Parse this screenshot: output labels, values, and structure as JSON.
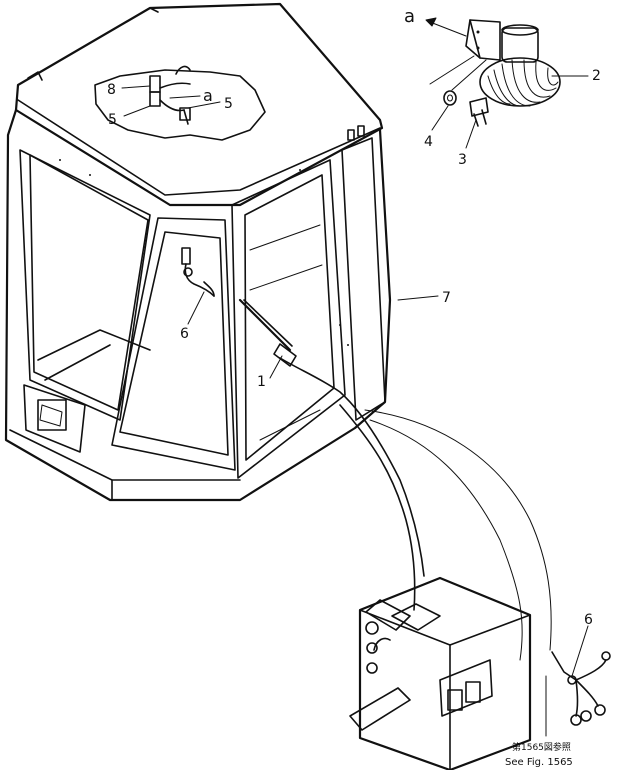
{
  "callouts": {
    "c1": "1",
    "c2": "2",
    "c3": "3",
    "c4": "4",
    "c5a": "5",
    "c5b": "5",
    "c6a": "6",
    "c6b": "6",
    "c7": "7",
    "c8": "8",
    "ref_a_top": "a",
    "ref_a_roof": "a"
  },
  "footnote": {
    "line1": "第1565図参照",
    "line2": "See Fig. 1565"
  }
}
